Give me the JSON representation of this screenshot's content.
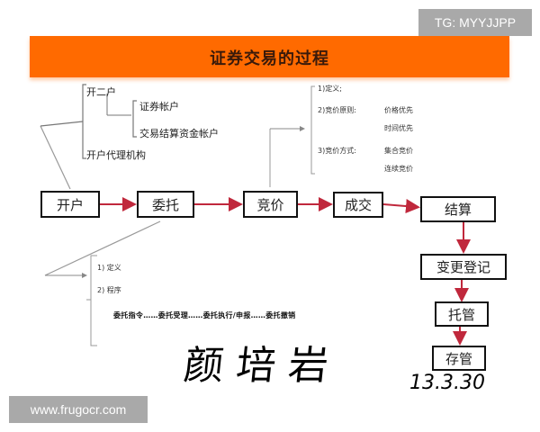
{
  "watermarks": {
    "top_right": "TG: MYYJJPP",
    "bottom_left": "www.frugocr.com"
  },
  "header": {
    "title": "证券交易的过程",
    "color": "#ff6a00"
  },
  "process_steps": [
    {
      "id": "open",
      "label": "开户"
    },
    {
      "id": "entrust",
      "label": "委托"
    },
    {
      "id": "bidding",
      "label": "竞价"
    },
    {
      "id": "deal",
      "label": "成交"
    },
    {
      "id": "settle",
      "label": "结算"
    },
    {
      "id": "transfer",
      "label": "变更登记"
    },
    {
      "id": "custody",
      "label": "托管"
    },
    {
      "id": "deposit",
      "label": "存管"
    }
  ],
  "open_account_branch": {
    "open_two": "开二户",
    "securities_account": "证券帐户",
    "fund_account": "交易结算资金帐户",
    "agency": "开户代理机构"
  },
  "bidding_branch": {
    "definition": "1)定义;",
    "principle_label": "2)竞价原则:",
    "principle_1": "价格优先",
    "principle_2": "时间优先",
    "method_label": "3)竞价方式:",
    "method_1": "集合竞价",
    "method_2": "连续竞价"
  },
  "entrust_branch": {
    "definition": "1) 定义",
    "procedure": "2) 程序",
    "steps_line": "委托指令……委托受理……委托执行/申报……委托撤销"
  },
  "handwriting": {
    "name": "颜培岩",
    "date": "13.3.30"
  },
  "colors": {
    "arrow": "#c0283c",
    "connector": "#9a9a9a",
    "box_border": "#111111"
  }
}
